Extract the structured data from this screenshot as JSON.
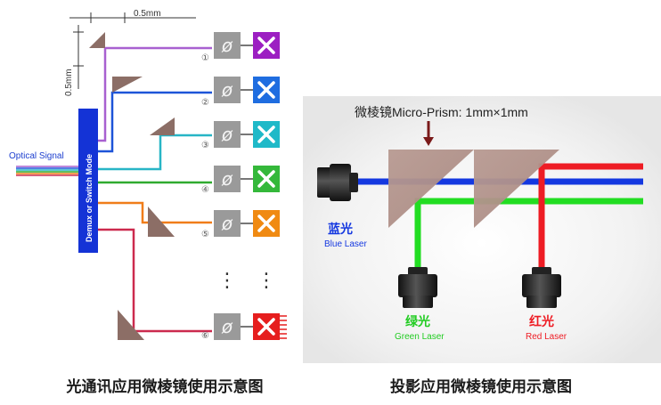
{
  "left_diagram": {
    "dimension_top": "0.5mm",
    "dimension_side": "0.5mm",
    "input_label": "Optical Signal",
    "demux_label": "Demux or Switch Mode",
    "port_numbers": [
      "①",
      "②",
      "③",
      "④",
      "⑤",
      "⑥"
    ],
    "ellipsis": "⋮",
    "channel_colors": [
      "#a860d0",
      "#1d54d8",
      "#27b5c6",
      "#2faa2f",
      "#f07d1a",
      "#cc2a4e"
    ],
    "switch_tile_colors": [
      "#9c1fc2",
      "#1f6de0",
      "#1fb9c8",
      "#34b83a",
      "#f08a12",
      "#e61e1e"
    ],
    "caption": "光通讯应用微棱镜使用示意图"
  },
  "right_diagram": {
    "prism_title": "微棱镜Micro-Prism: 1mm×1mm",
    "blue_cn": "蓝光",
    "blue_en": "Blue Laser",
    "green_cn": "绿光",
    "green_en": "Green Laser",
    "red_cn": "红光",
    "red_en": "Red Laser",
    "laser_colors": {
      "blue": "#1438e0",
      "green": "#22dd22",
      "red": "#ee1c24"
    },
    "caption": "投影应用微棱镜使用示意图"
  }
}
